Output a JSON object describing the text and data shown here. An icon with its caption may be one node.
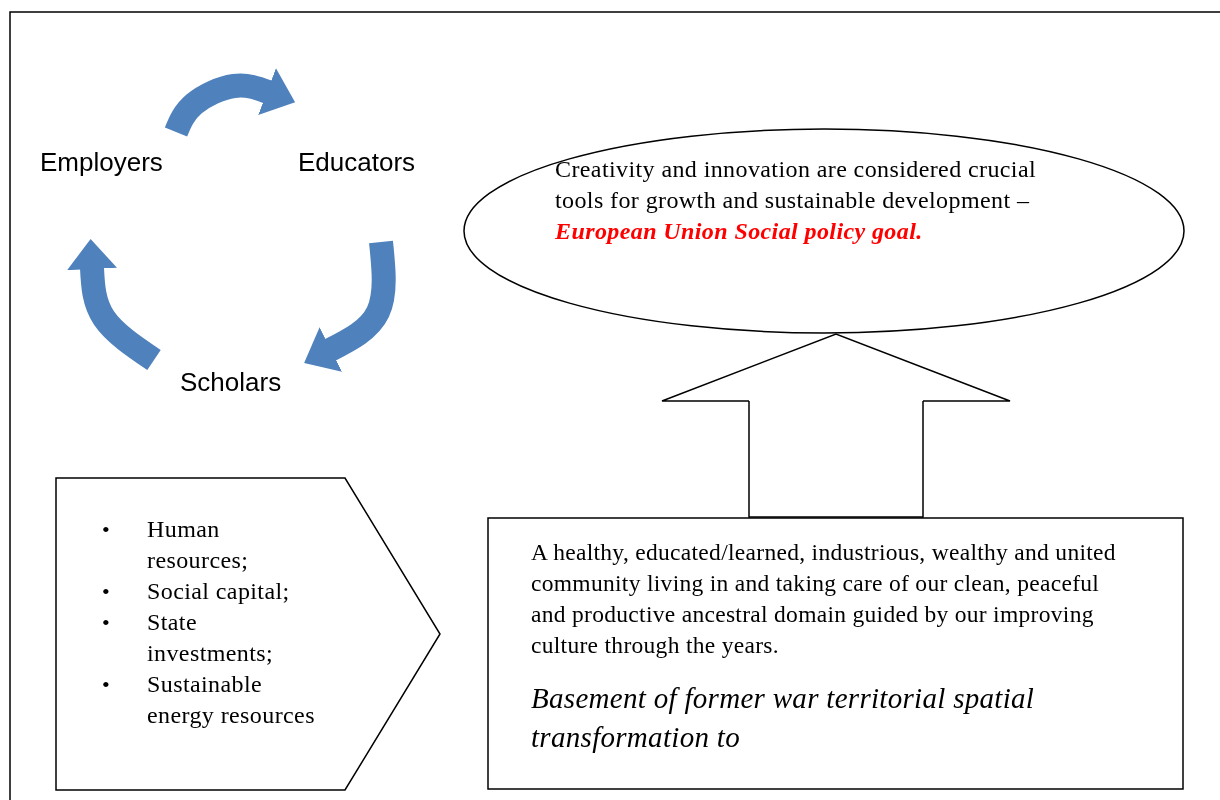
{
  "diagram": {
    "nodes": [
      {
        "text": [
          "Employers"
        ]
      },
      {
        "text": [
          "Educators"
        ]
      },
      {
        "text": [
          "Scholars"
        ]
      },
      {
        "text": [
          "Creativity and innovation are considered crucial tools for growth and sustainable development –",
          "European Union Social policy goal."
        ]
      },
      {
        "text": [
          "Human resources;",
          "Social capital;",
          "State investments;",
          "Sustainable energy resources"
        ]
      },
      {
        "text": [
          "A healthy, educated/learned, industrious, wealthy and united community living in and taking care of our clean, peaceful and productive ancestral domain guided by our improving culture through the years.",
          "Basement of former war territorial spatial transformation to"
        ]
      }
    ],
    "edges": [
      {
        "from": 0,
        "to": 1,
        "arrow": "to"
      },
      {
        "from": 1,
        "to": 2,
        "arrow": "to"
      },
      {
        "from": 2,
        "to": 0,
        "arrow": "to"
      },
      {
        "from": 5,
        "to": 3,
        "arrow": "to",
        "color": "#000000"
      }
    ],
    "labels": [
      "•",
      "•",
      "•",
      "•"
    ]
  }
}
